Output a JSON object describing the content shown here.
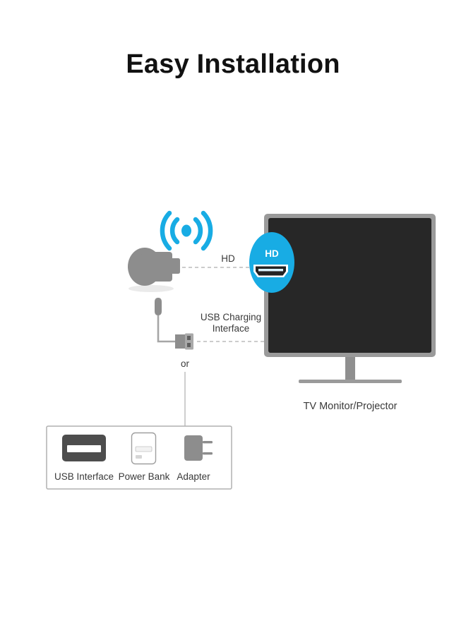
{
  "page": {
    "title": "Easy Installation",
    "background_color": "#ffffff"
  },
  "colors": {
    "accent_cyan": "#18ACE4",
    "device_grey": "#8d8d8d",
    "screen_black": "#272727",
    "bezel_grey": "#9a9a9a",
    "text_dark": "#333333",
    "line_grey": "#b9b9b9"
  },
  "diagram": {
    "wifi_icon": {
      "name": "wifi-signal-icon",
      "color": "#18ACE4",
      "arcs_per_side": 2
    },
    "dongle": {
      "name": "hdmi-dongle",
      "color": "#8d8d8d"
    },
    "hdmi_link": {
      "label": "HD",
      "line_style": "dashed"
    },
    "hdmi_port_badge": {
      "label": "HD",
      "badge_color": "#18ACE4",
      "port_name": "hdmi-port-icon"
    },
    "usb_link": {
      "label_line1": "USB Charging",
      "label_line2": "Interface",
      "line_style": "dashed"
    },
    "or_label": "or",
    "tv": {
      "label": "TV Monitor/Projector",
      "screen_color": "#272727",
      "bezel_color": "#9a9a9a"
    },
    "power_options": {
      "box_border_color": "#b0b0b0",
      "items": [
        {
          "label": "USB Interface",
          "icon": "usb-port-icon"
        },
        {
          "label": "Power Bank",
          "icon": "power-bank-icon"
        },
        {
          "label": "Adapter",
          "icon": "wall-adapter-icon"
        }
      ]
    }
  }
}
